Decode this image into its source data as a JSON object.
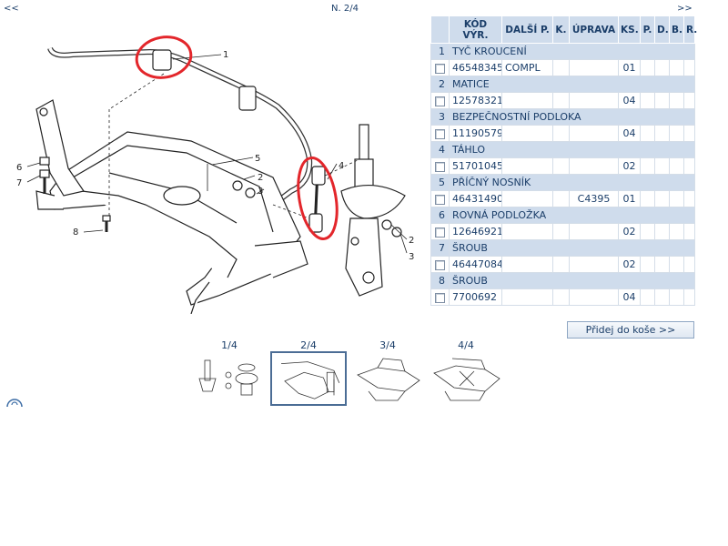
{
  "nav": {
    "prev": "<<",
    "next": ">>",
    "page": "N. 2/4"
  },
  "callouts": [
    "1",
    "2",
    "3",
    "4",
    "5",
    "6",
    "7",
    "8",
    "2",
    "3"
  ],
  "table": {
    "headers": [
      "KÓD VÝR.",
      "DALŠÍ P.",
      "K.",
      "ÚPRAVA",
      "KS.",
      "P.",
      "D.",
      "B.",
      "R."
    ],
    "groups": [
      {
        "index": "1",
        "name": "TYČ KROUCENÍ",
        "code": "46548345",
        "next": "COMPL",
        "k": "",
        "uprava": "",
        "ks": "01"
      },
      {
        "index": "2",
        "name": "MATICE",
        "code": "12578321",
        "next": "",
        "k": "",
        "uprava": "",
        "ks": "04"
      },
      {
        "index": "3",
        "name": "BEZPEČNOSTNÍ PODLOKA",
        "code": "11190579",
        "next": "",
        "k": "",
        "uprava": "",
        "ks": "04"
      },
      {
        "index": "4",
        "name": "TÁHLO",
        "code": "51701045",
        "next": "",
        "k": "",
        "uprava": "",
        "ks": "02"
      },
      {
        "index": "5",
        "name": "PŘÍČNÝ NOSNÍK",
        "code": "46431490",
        "next": "",
        "k": "",
        "uprava": "C4395",
        "ks": "01"
      },
      {
        "index": "6",
        "name": "ROVNÁ PODLOŽKA",
        "code": "12646921",
        "next": "",
        "k": "",
        "uprava": "",
        "ks": "02"
      },
      {
        "index": "7",
        "name": "ŠROUB",
        "code": "46447084",
        "next": "",
        "k": "",
        "uprava": "",
        "ks": "02"
      },
      {
        "index": "8",
        "name": "ŠROUB",
        "code": "7700692",
        "next": "",
        "k": "",
        "uprava": "",
        "ks": "04"
      }
    ]
  },
  "add_button": "Přidej do koše >>",
  "thumbnails": [
    {
      "label": "1/4",
      "selected": false
    },
    {
      "label": "2/4",
      "selected": true
    },
    {
      "label": "3/4",
      "selected": false
    },
    {
      "label": "4/4",
      "selected": false
    }
  ],
  "colors": {
    "text": "#1b3e69",
    "header_bg": "#cfdcec",
    "highlight": "#e3262b"
  }
}
